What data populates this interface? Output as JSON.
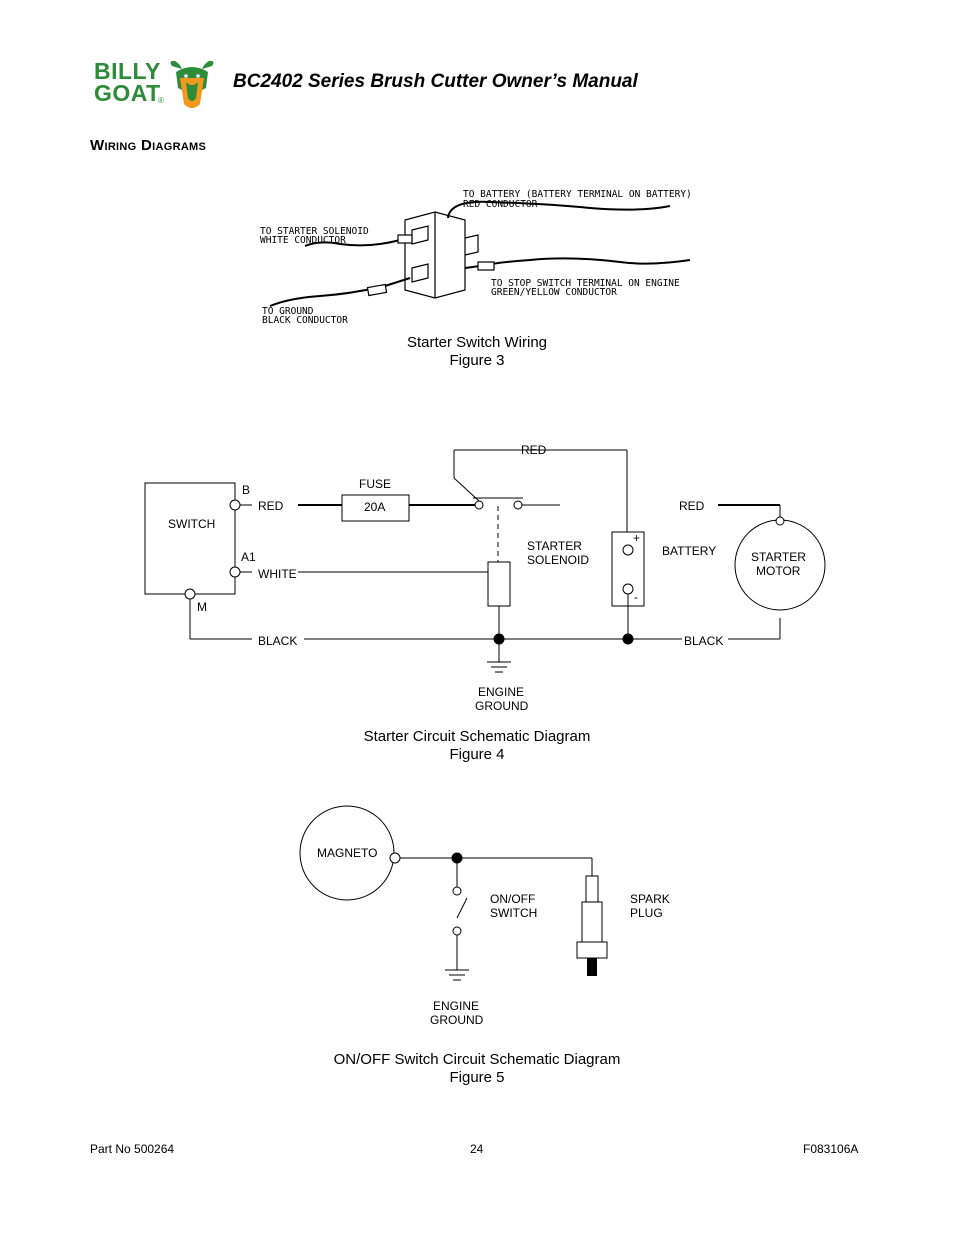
{
  "header": {
    "logo_line1": "BILLY",
    "logo_line2": "GOAT",
    "logo_mark": "®",
    "doc_title": "BC2402 Series Brush Cutter Owner’s Manual"
  },
  "section_heading": "Wiring Diagrams",
  "figure3": {
    "labels": {
      "to_battery": "TO BATTERY (BATTERY TERMINAL ON BATTERY)",
      "red_conductor": "RED CONDUCTOR",
      "to_starter_solenoid": "TO STARTER SOLENOID",
      "white_conductor": "WHITE CONDUCTOR",
      "to_stop_switch": "TO STOP SWITCH TERMINAL ON ENGINE",
      "green_yellow_conductor": "GREEN/YELLOW CONDUCTOR",
      "to_ground": "TO GROUND",
      "black_conductor": "BLACK CONDUCTOR"
    },
    "caption_title": "Starter Switch Wiring",
    "caption_number": "Figure 3"
  },
  "figure4": {
    "labels": {
      "switch": "SWITCH",
      "b": "B",
      "a1": "A1",
      "m": "M",
      "red_left": "RED",
      "white": "WHITE",
      "black_left": "BLACK",
      "fuse": "FUSE",
      "fuse_rating": "20A",
      "red_top": "RED",
      "red_right": "RED",
      "starter": "STARTER",
      "solenoid": "SOLENOID",
      "battery": "BATTERY",
      "plus": "+",
      "minus": "-",
      "starter_motor_1": "STARTER",
      "starter_motor_2": "MOTOR",
      "black_right": "BLACK",
      "engine": "ENGINE",
      "ground": "GROUND"
    },
    "caption_title": "Starter Circuit Schematic Diagram",
    "caption_number": "Figure 4"
  },
  "figure5": {
    "labels": {
      "magneto": "MAGNETO",
      "on_off": "ON/OFF",
      "switch": "SWITCH",
      "spark": "SPARK",
      "plug": "PLUG",
      "engine": "ENGINE",
      "ground": "GROUND"
    },
    "caption_title": "ON/OFF Switch Circuit Schematic Diagram",
    "caption_number": "Figure 5"
  },
  "footer": {
    "part_no": "Part No 500264",
    "page_number": "24",
    "doc_code": "F083106A"
  },
  "colors": {
    "brand_green": "#2e8b3a",
    "brand_orange": "#f39a1e"
  }
}
